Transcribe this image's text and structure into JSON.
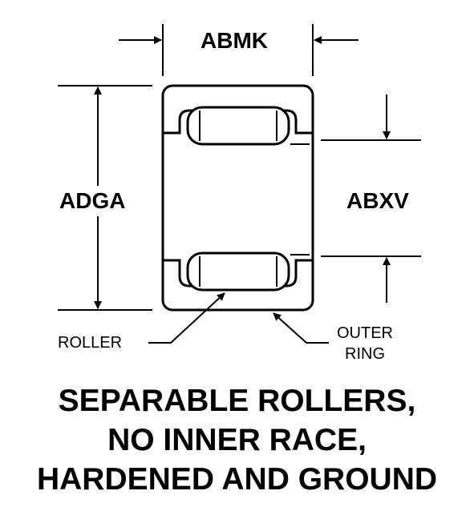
{
  "dimensions": {
    "width_label": "ABMK",
    "overall_height_label": "ADGA",
    "roller_spacing_label": "ABXV"
  },
  "callouts": {
    "roller_label": "ROLLER",
    "outer_ring_line1": "OUTER",
    "outer_ring_line2": "RING"
  },
  "caption": {
    "line1": "SEPARABLE ROLLERS,",
    "line2": "NO INNER RACE,",
    "line3": "HARDENED AND GROUND"
  }
}
